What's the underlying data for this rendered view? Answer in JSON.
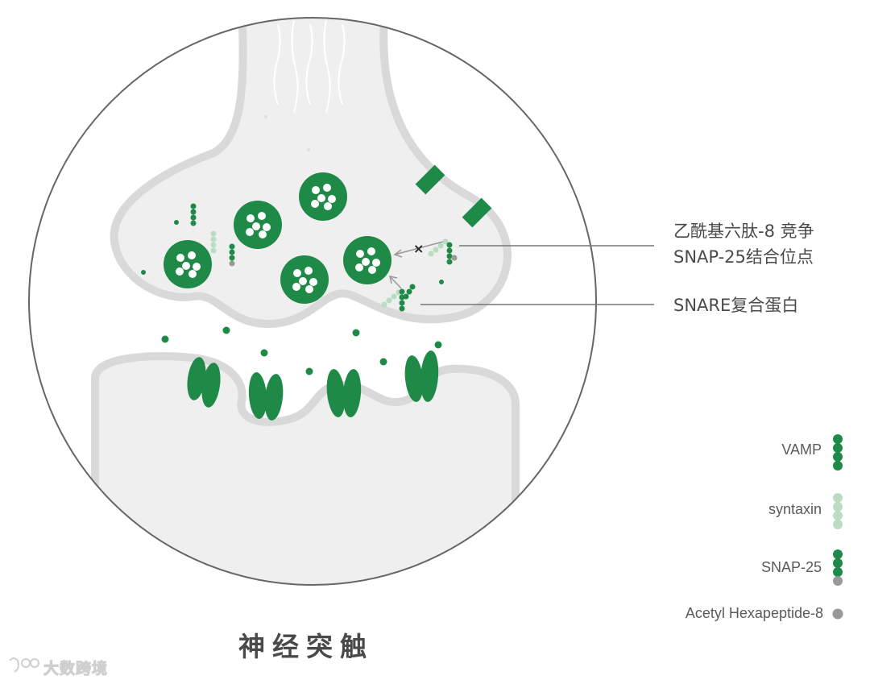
{
  "title": "神经突触",
  "annotations": {
    "competition_line1": "乙酰基六肽-8 竞争",
    "competition_line2": "SNAP-25结合位点",
    "snare": "SNARE复合蛋白"
  },
  "legend": [
    {
      "label": "VAMP",
      "color": "#1f8a48"
    },
    {
      "label": "syntaxin",
      "color": "#b9dcc3"
    },
    {
      "label": "SNAP-25",
      "color": "#1f8a48",
      "tip_color": "#999999"
    },
    {
      "label": "Acetyl Hexapeptide-8",
      "color": "#999999"
    }
  ],
  "colors": {
    "green": "#1f8a48",
    "light_green": "#b9dcc3",
    "gray": "#999999",
    "membrane": "#eeeeee",
    "outline": "#555555"
  },
  "watermark": "大数跨境"
}
